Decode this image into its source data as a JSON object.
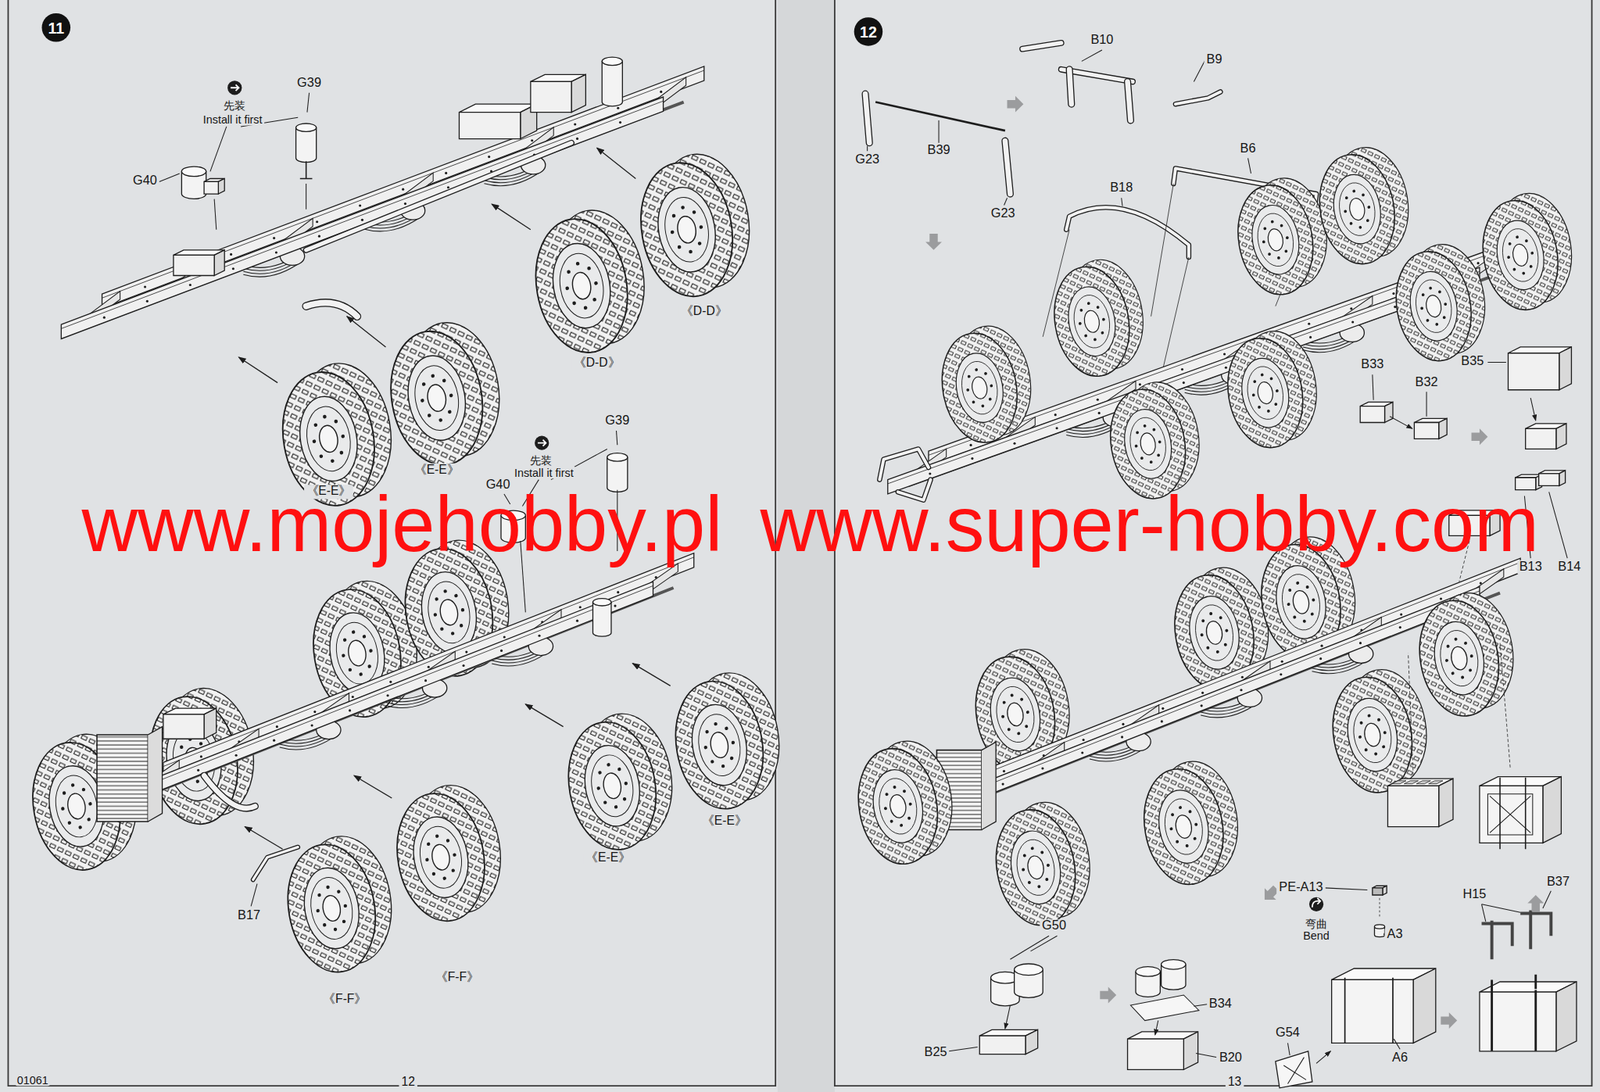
{
  "diagram": {
    "nodes": [
      {
        "text": [
          "11"
        ]
      },
      {
        "text": [
          "12"
        ]
      }
    ],
    "labels": [
      "先装",
      "Install it first",
      "G39",
      "G40",
      "《D-D》",
      "《D-D》",
      "《E-E》",
      "《E-E》",
      "先装",
      "Install it first",
      "G39",
      "G40",
      "《E-E》",
      "《E-E》",
      "B17",
      "《F-F》",
      "《F-F》",
      "01061",
      "12",
      "B10",
      "B9",
      "G23",
      "B39",
      "G23",
      "B6",
      "B18",
      "B35",
      "B33",
      "B32",
      "B13",
      "B14",
      "PE-A13",
      "弯曲",
      "Bend",
      "A3",
      "H15",
      "B37",
      "G50",
      "B34",
      "B25",
      "B20",
      "G54",
      "A6",
      "13",
      "www.mojehobby.pl",
      "www.super-hobby.com"
    ]
  }
}
